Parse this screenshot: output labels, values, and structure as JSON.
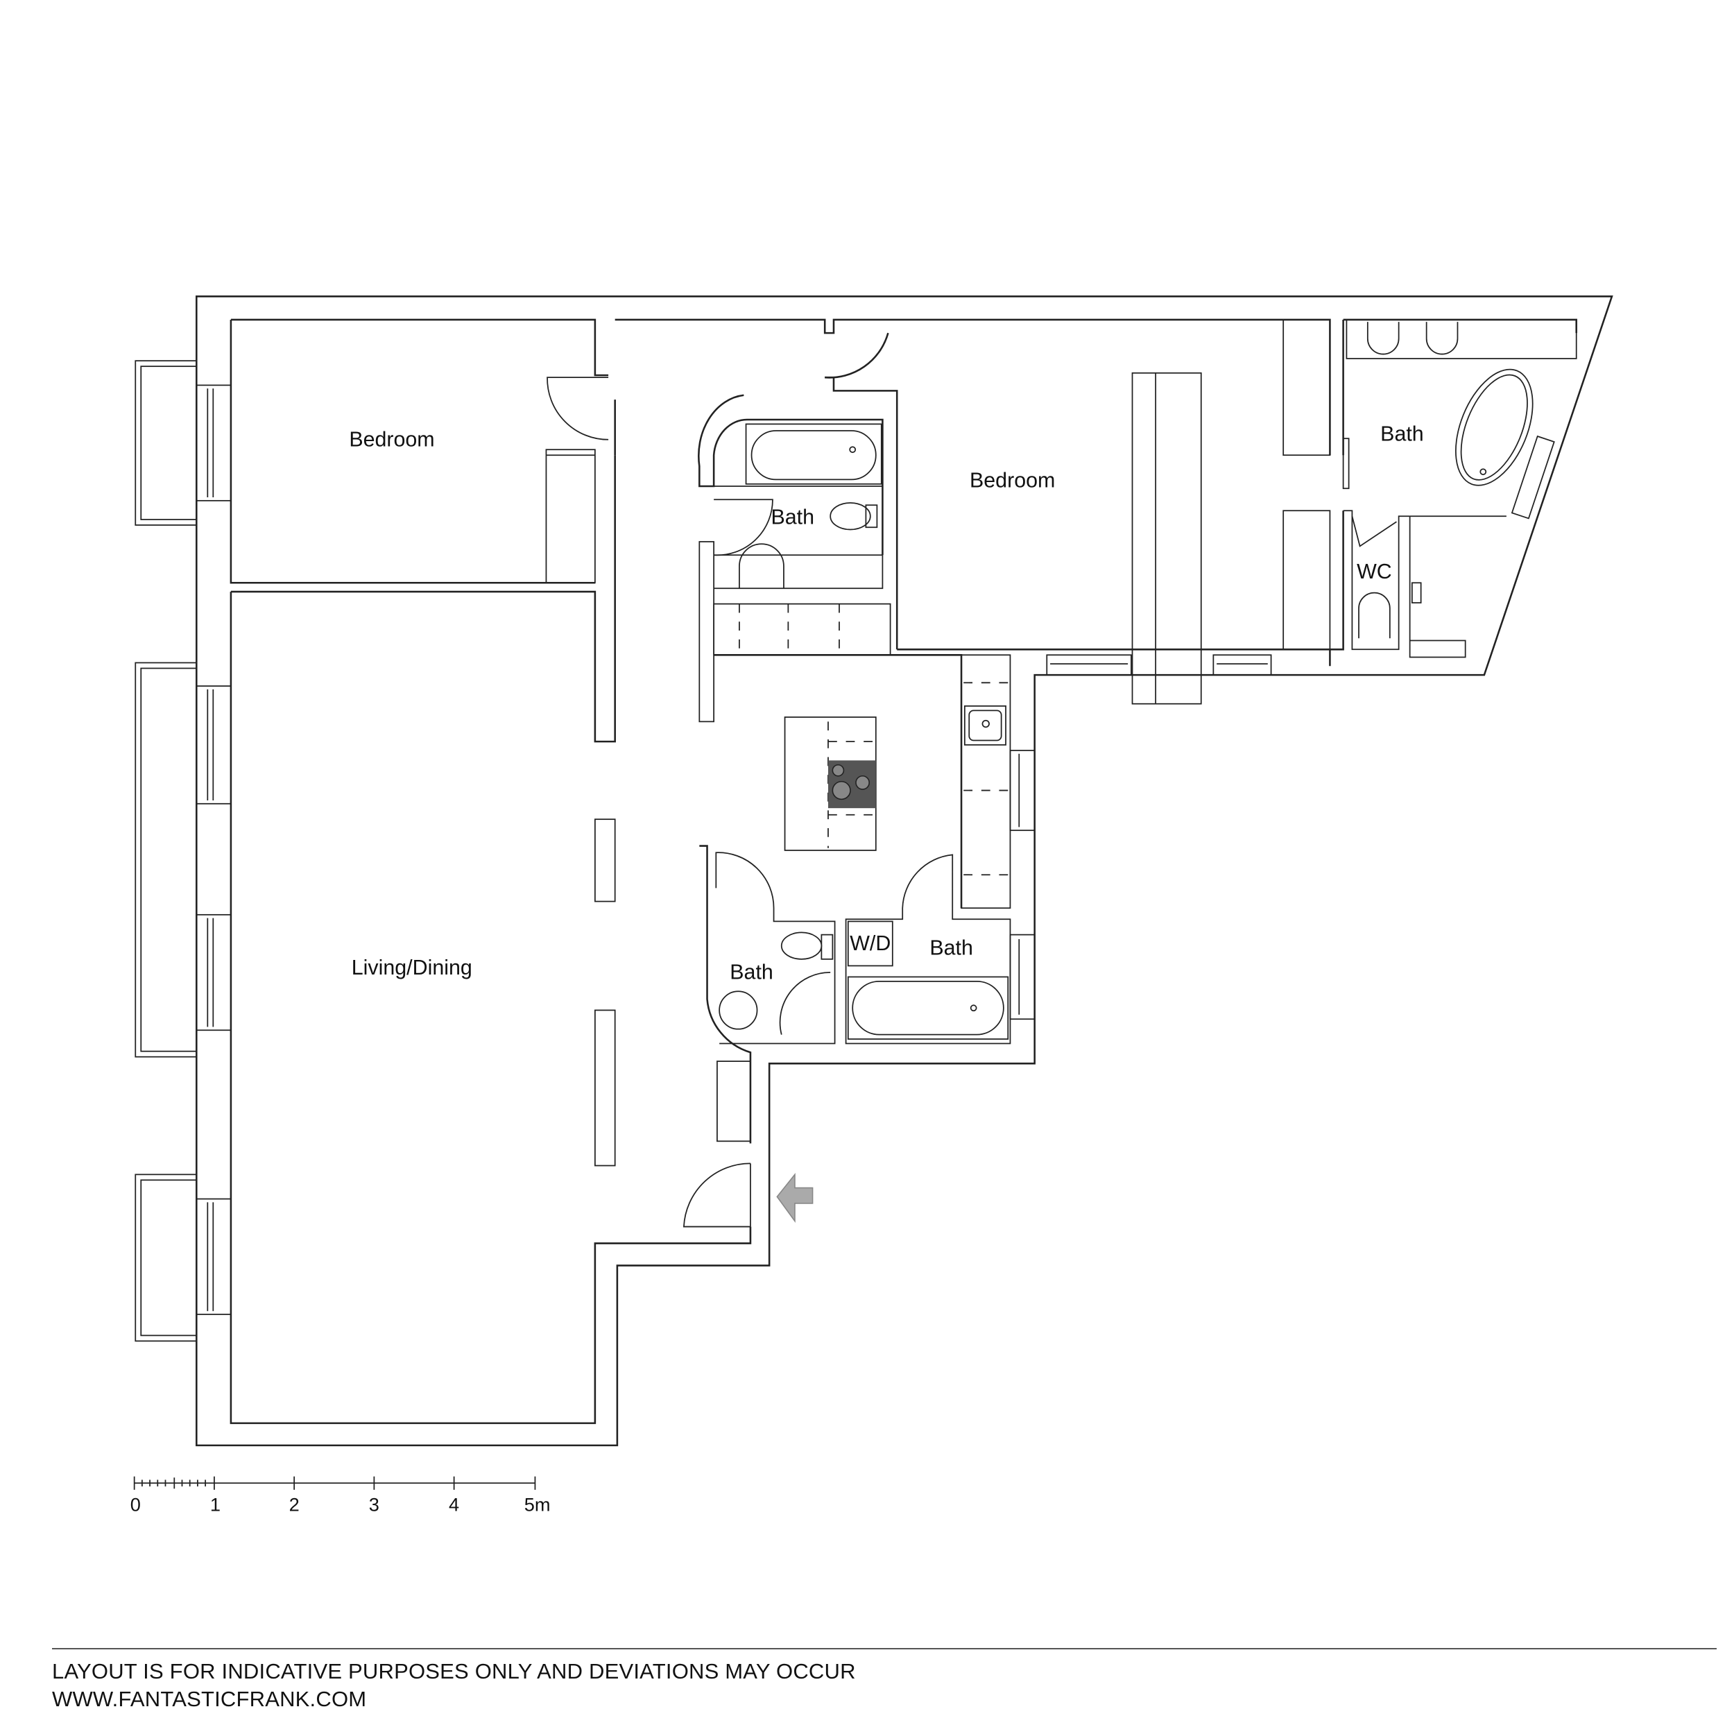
{
  "rooms": [
    {
      "id": "bedroom-1",
      "label": "Bedroom"
    },
    {
      "id": "bath-1",
      "label": "Bath"
    },
    {
      "id": "bedroom-2",
      "label": "Bedroom"
    },
    {
      "id": "bath-ensuite",
      "label": "Bath"
    },
    {
      "id": "wc",
      "label": "WC"
    },
    {
      "id": "living-dining",
      "label": "Living/Dining"
    },
    {
      "id": "bath-2",
      "label": "Bath"
    },
    {
      "id": "wd",
      "label": "W/D"
    },
    {
      "id": "bath-3",
      "label": "Bath"
    }
  ],
  "scale_bar": {
    "ticks": [
      "0",
      "1",
      "2",
      "3",
      "4",
      "5m"
    ],
    "unit": "m"
  },
  "entrance": {
    "icon": "entrance-arrow-icon",
    "color": "#aaaaaa"
  },
  "hob_color": "#555555",
  "footer": {
    "disclaimer": "LAYOUT IS FOR INDICATIVE PURPOSES ONLY AND DEVIATIONS MAY OCCUR",
    "website": "WWW.FANTASTICFRANK.COM"
  }
}
